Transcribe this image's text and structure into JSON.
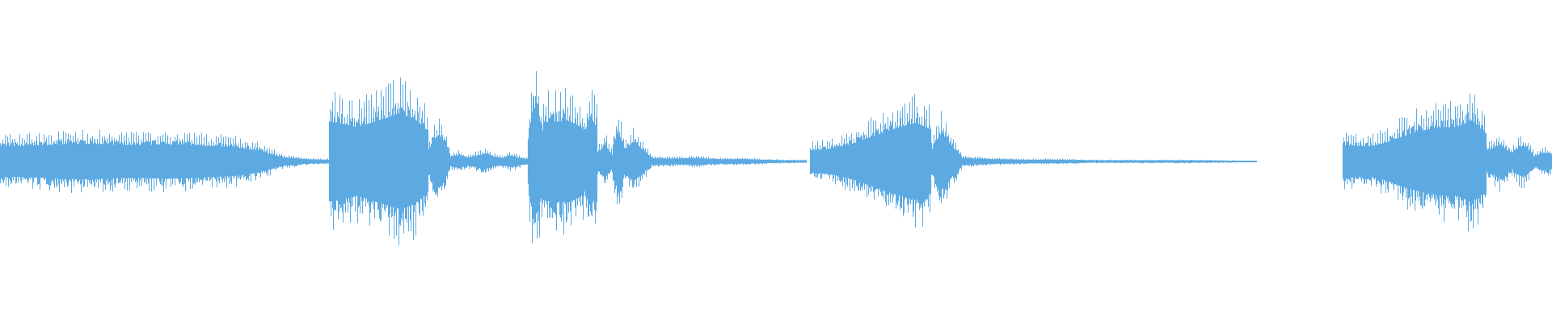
{
  "waveform": {
    "color": "#5daae2",
    "segments": [
      {
        "start": 0.0,
        "end": 0.212,
        "profile": [
          0.28,
          0.28,
          0.3,
          0.32,
          0.32,
          0.3,
          0.3,
          0.31,
          0.3,
          0.28,
          0.26,
          0.2,
          0.08,
          0.04,
          0.03
        ]
      },
      {
        "start": 0.212,
        "end": 0.276,
        "profile": [
          0.72,
          0.68,
          0.62,
          0.7,
          0.78,
          0.86,
          0.78,
          0.55
        ]
      },
      {
        "start": 0.276,
        "end": 0.29,
        "profile": [
          0.18,
          0.4,
          0.48,
          0.35,
          0.12
        ]
      },
      {
        "start": 0.29,
        "end": 0.34,
        "profile": [
          0.08,
          0.12,
          0.07,
          0.1,
          0.14,
          0.09,
          0.06,
          0.1,
          0.07,
          0.04
        ]
      },
      {
        "start": 0.34,
        "end": 0.35,
        "profile": [
          0.4,
          1.0,
          0.9,
          0.55
        ]
      },
      {
        "start": 0.35,
        "end": 0.376,
        "profile": [
          0.7,
          0.72,
          0.72,
          0.74,
          0.68,
          0.6
        ]
      },
      {
        "start": 0.376,
        "end": 0.385,
        "profile": [
          0.5,
          0.82,
          0.6
        ]
      },
      {
        "start": 0.385,
        "end": 0.395,
        "profile": [
          0.15,
          0.3,
          0.12
        ]
      },
      {
        "start": 0.395,
        "end": 0.402,
        "profile": [
          0.3,
          0.52,
          0.3
        ]
      },
      {
        "start": 0.402,
        "end": 0.42,
        "profile": [
          0.2,
          0.36,
          0.22,
          0.08
        ]
      },
      {
        "start": 0.42,
        "end": 0.52,
        "profile": [
          0.06,
          0.05,
          0.06,
          0.04,
          0.04,
          0.03,
          0.02,
          0.02
        ]
      },
      {
        "start": 0.522,
        "end": 0.6,
        "profile": [
          0.2,
          0.22,
          0.26,
          0.34,
          0.44,
          0.54,
          0.62,
          0.7,
          0.58
        ]
      },
      {
        "start": 0.6,
        "end": 0.62,
        "profile": [
          0.2,
          0.52,
          0.28,
          0.1
        ]
      },
      {
        "start": 0.62,
        "end": 0.81,
        "profile": [
          0.06,
          0.04,
          0.03,
          0.03,
          0.02,
          0.02,
          0.02,
          0.02,
          0.015,
          0.01
        ]
      },
      {
        "start": 0.865,
        "end": 0.958,
        "profile": [
          0.3,
          0.28,
          0.28,
          0.34,
          0.44,
          0.52,
          0.58,
          0.62,
          0.62,
          0.74,
          0.5
        ]
      },
      {
        "start": 0.958,
        "end": 0.975,
        "profile": [
          0.18,
          0.3,
          0.14
        ]
      },
      {
        "start": 0.975,
        "end": 0.988,
        "profile": [
          0.2,
          0.28,
          0.14
        ]
      },
      {
        "start": 0.988,
        "end": 1.0,
        "profile": [
          0.08,
          0.16,
          0.14
        ]
      }
    ]
  }
}
